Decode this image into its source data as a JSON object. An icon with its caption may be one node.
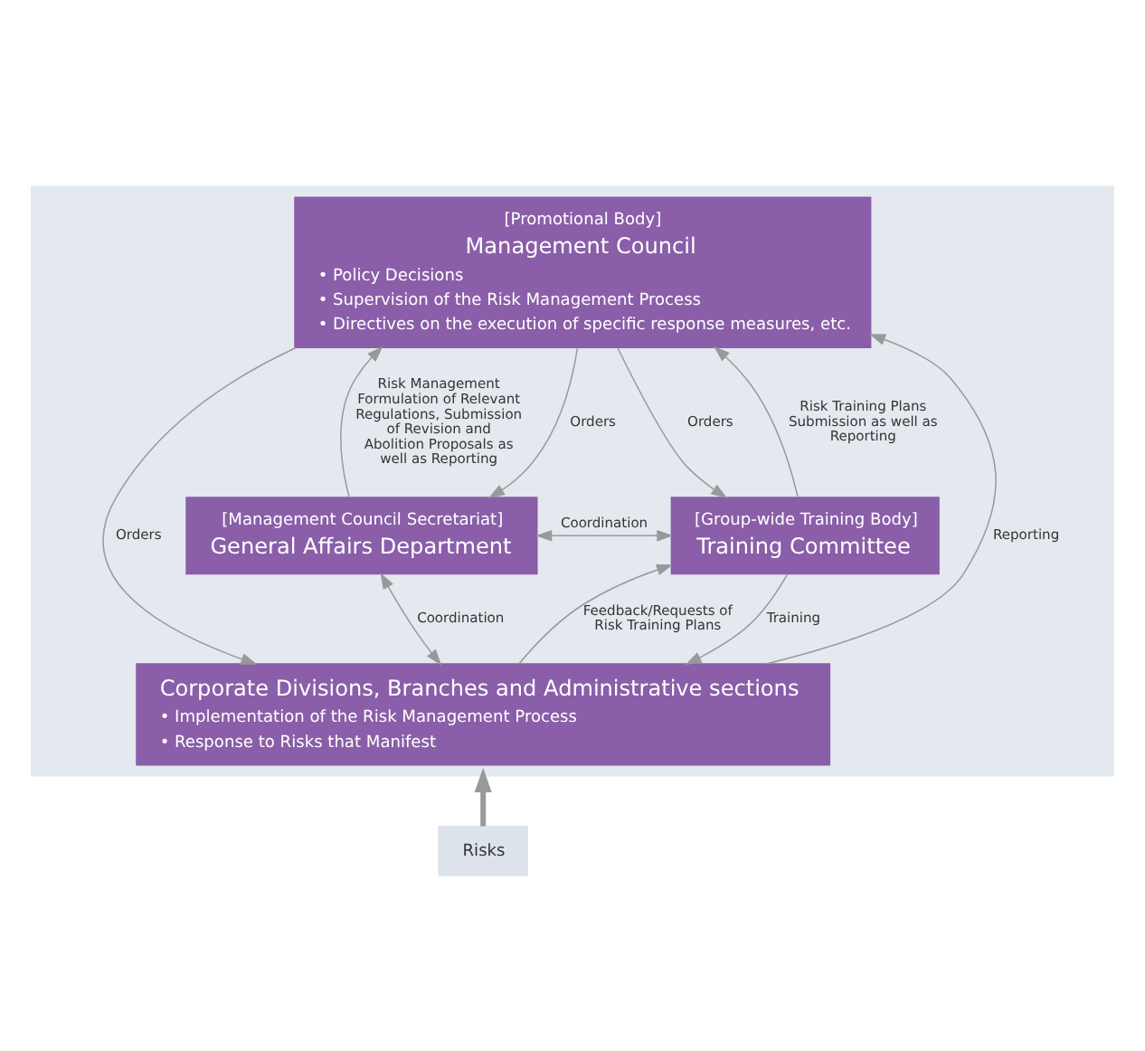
{
  "diagram": {
    "nodes": [
      {
        "text": [],
        "shape": "box"
      },
      {
        "text": [
          "[Promotional Body]",
          "Management Council",
          "• Policy Decisions",
          "• Supervision of the Risk Management Process",
          "• Directives on the execution of specific response measures, etc."
        ],
        "in": 0
      },
      {
        "text": [
          "[Management Council Secretariat]",
          "General Affairs Department"
        ],
        "in": 0
      },
      {
        "text": [
          "[Group-wide Training Body]",
          "Training Committee"
        ],
        "in": 0
      },
      {
        "text": [
          "Corporate Divisions, Branches and Administrative sections",
          "• Implementation of the Risk Management Process",
          "• Response to Risks that Manifest"
        ],
        "in": 0
      },
      {
        "text": [
          "Risks"
        ]
      }
    ],
    "edges": [
      {
        "from": 2,
        "to": 1,
        "arrow": "to",
        "label": "Risk Management Formulation of Relevant Regulations, Submission of Revision and Abolition Proposals as well as Reporting"
      },
      {
        "from": 1,
        "to": 2,
        "arrow": "to",
        "label": "Orders"
      },
      {
        "from": 3,
        "to": 1,
        "arrow": "to",
        "label": "Risk Training Plans Submission as well as Reporting"
      },
      {
        "from": 1,
        "to": 3,
        "arrow": "to",
        "label": "Orders"
      },
      {
        "from": 4,
        "to": 1,
        "arrow": "to",
        "label": "Reporting"
      },
      {
        "from": 1,
        "to": 4,
        "arrow": "to",
        "label": "Orders"
      },
      {
        "from": 2,
        "to": 3,
        "arrow": "both",
        "label": "Coordination"
      },
      {
        "from": 2,
        "to": 4,
        "arrow": "both",
        "label": "Coordination"
      },
      {
        "from": 4,
        "to": 3,
        "arrow": "to",
        "label": "Feedback/Requests of Risk Training Plans"
      },
      {
        "from": 3,
        "to": 4,
        "arrow": "to",
        "label": "Training"
      },
      {
        "from": 5,
        "to": 0,
        "arrow": "to",
        "style": "thick"
      }
    ]
  }
}
